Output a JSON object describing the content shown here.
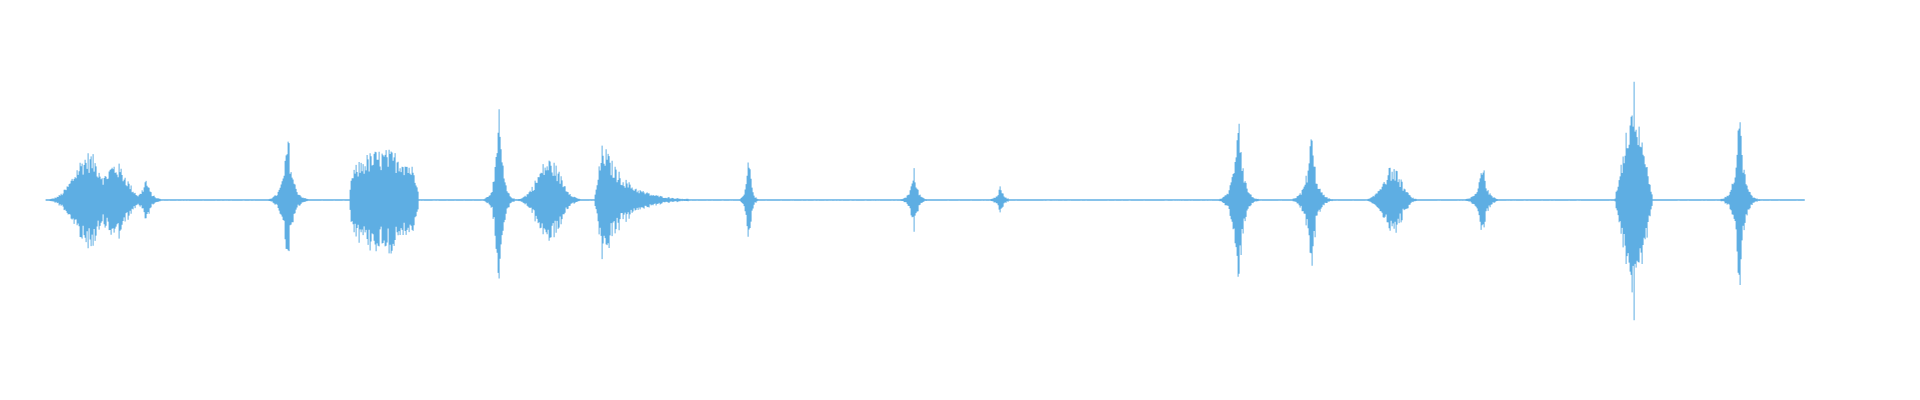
{
  "waveform": {
    "color": "#5eaee3",
    "background": "#ffffff",
    "bursts": [
      {
        "center": 0.046,
        "width": 0.012,
        "amplitude": 0.4,
        "shape": "cluster"
      },
      {
        "center": 0.06,
        "width": 0.01,
        "amplitude": 0.32,
        "shape": "cluster"
      },
      {
        "center": 0.076,
        "width": 0.008,
        "amplitude": 0.2,
        "shape": "spike"
      },
      {
        "center": 0.15,
        "width": 0.008,
        "amplitude": 0.6,
        "shape": "spike"
      },
      {
        "center": 0.2,
        "width": 0.018,
        "amplitude": 0.42,
        "shape": "blob"
      },
      {
        "center": 0.26,
        "width": 0.006,
        "amplitude": 0.85,
        "shape": "spike"
      },
      {
        "center": 0.286,
        "width": 0.01,
        "amplitude": 0.35,
        "shape": "cluster"
      },
      {
        "center": 0.314,
        "width": 0.018,
        "amplitude": 0.5,
        "shape": "decay"
      },
      {
        "center": 0.39,
        "width": 0.004,
        "amplitude": 0.45,
        "shape": "spike"
      },
      {
        "center": 0.476,
        "width": 0.006,
        "amplitude": 0.28,
        "shape": "spike"
      },
      {
        "center": 0.521,
        "width": 0.006,
        "amplitude": 0.12,
        "shape": "spike"
      },
      {
        "center": 0.645,
        "width": 0.007,
        "amplitude": 0.95,
        "shape": "spike"
      },
      {
        "center": 0.683,
        "width": 0.008,
        "amplitude": 0.62,
        "shape": "spike"
      },
      {
        "center": 0.725,
        "width": 0.008,
        "amplitude": 0.28,
        "shape": "cluster"
      },
      {
        "center": 0.772,
        "width": 0.007,
        "amplitude": 0.38,
        "shape": "spike"
      },
      {
        "center": 0.851,
        "width": 0.01,
        "amplitude": 1.0,
        "shape": "diamond"
      },
      {
        "center": 0.906,
        "width": 0.007,
        "amplitude": 0.82,
        "shape": "spike"
      }
    ],
    "start": 0.024,
    "end": 0.94,
    "noise": 0.006
  }
}
